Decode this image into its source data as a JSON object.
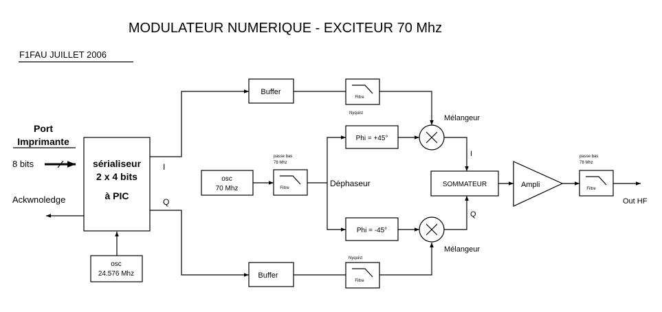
{
  "title": "MODULATEUR NUMERIQUE - EXCITEUR 70 Mhz",
  "author": "F1FAU JUILLET 2006",
  "port": {
    "line1": "Port",
    "line2": "Imprimante"
  },
  "input_bits": "8 bits",
  "ack": "Ackwnoledge",
  "serializer": {
    "line1": "sérialiseur",
    "line2": "2 x 4 bits",
    "line3": "à PIC"
  },
  "osc_pic": {
    "line1": "osc",
    "line2": "24.576 Mhz"
  },
  "i_label": "I",
  "q_label": "Q",
  "buffer_top": "Buffer",
  "buffer_bottom": "Buffer",
  "filter_label": "Filtre",
  "nyquist_top": "Nyquist",
  "nyquist_bottom": "Nyquist",
  "osc70": {
    "line1": "osc",
    "line2": "70 Mhz"
  },
  "passe_bas_mid": {
    "line1": "passe bas",
    "line2": "78 Mhz"
  },
  "dephaseur": "Déphaseur",
  "phi_plus": "Phi = +45°",
  "phi_minus": "Phi = -45°",
  "melangeur_top": "Mélangeur",
  "melangeur_bottom": "Mélangeur",
  "i_sum": "I",
  "q_sum": "Q",
  "sommateur": "SOMMATEUR",
  "ampli": "Ampli",
  "passe_bas_out": {
    "line1": "passe bas",
    "line2": "78 Mhz"
  },
  "out_hf": "Out HF"
}
